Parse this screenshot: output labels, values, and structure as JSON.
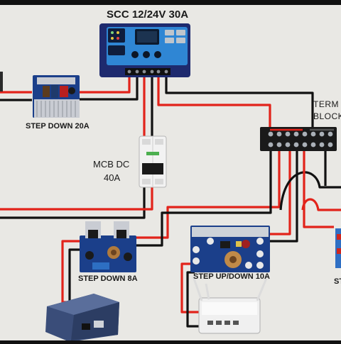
{
  "components": {
    "charge_controller": {
      "label": "SCC 12/24V 30A"
    },
    "step_down_20a": {
      "label": "STEP DOWN 20A"
    },
    "mcb": {
      "label_line1": "MCB DC",
      "label_line2": "40A"
    },
    "terminal_block": {
      "label_line1": "TERM",
      "label_line2": "BLOCK"
    },
    "step_down_8a": {
      "label": "STEP DOWN 8A"
    },
    "step_up_down_10a": {
      "label": "STEP UP/DOWN 10A"
    },
    "cropped_right_component": {
      "label": "ST"
    }
  },
  "colors": {
    "background": "#e9e8e4",
    "frame": "#111111",
    "positive_wire": "#e2231a",
    "negative_wire": "#111111",
    "controller_body": "#1e2a6e",
    "controller_face": "#2f86d4",
    "module_board": "#1b3f8a",
    "heatsink": "#c9ccd3",
    "mcb_body": "#f2f2f2",
    "terminal_block": "#1a1a1a"
  }
}
